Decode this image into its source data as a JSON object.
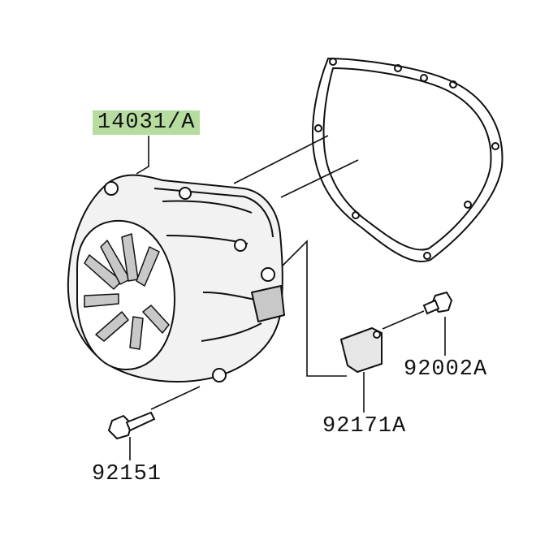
{
  "diagram": {
    "parts": [
      {
        "id": "cover",
        "number": "14031/A",
        "highlighted": true,
        "depicts": "generator cover"
      },
      {
        "id": "gasket",
        "number": "",
        "depicts": "cover gasket"
      },
      {
        "id": "bolt",
        "number": "92151",
        "depicts": "cover bolt"
      },
      {
        "id": "clamp",
        "number": "92171A",
        "depicts": "wire clamp"
      },
      {
        "id": "screw",
        "number": "92002A",
        "depicts": "clamp screw"
      }
    ]
  },
  "colors": {
    "highlight": "#b7dca0",
    "line": "#111111",
    "cover_fill": "#f2f2f2",
    "cover_shade": "#c8c8c8"
  }
}
